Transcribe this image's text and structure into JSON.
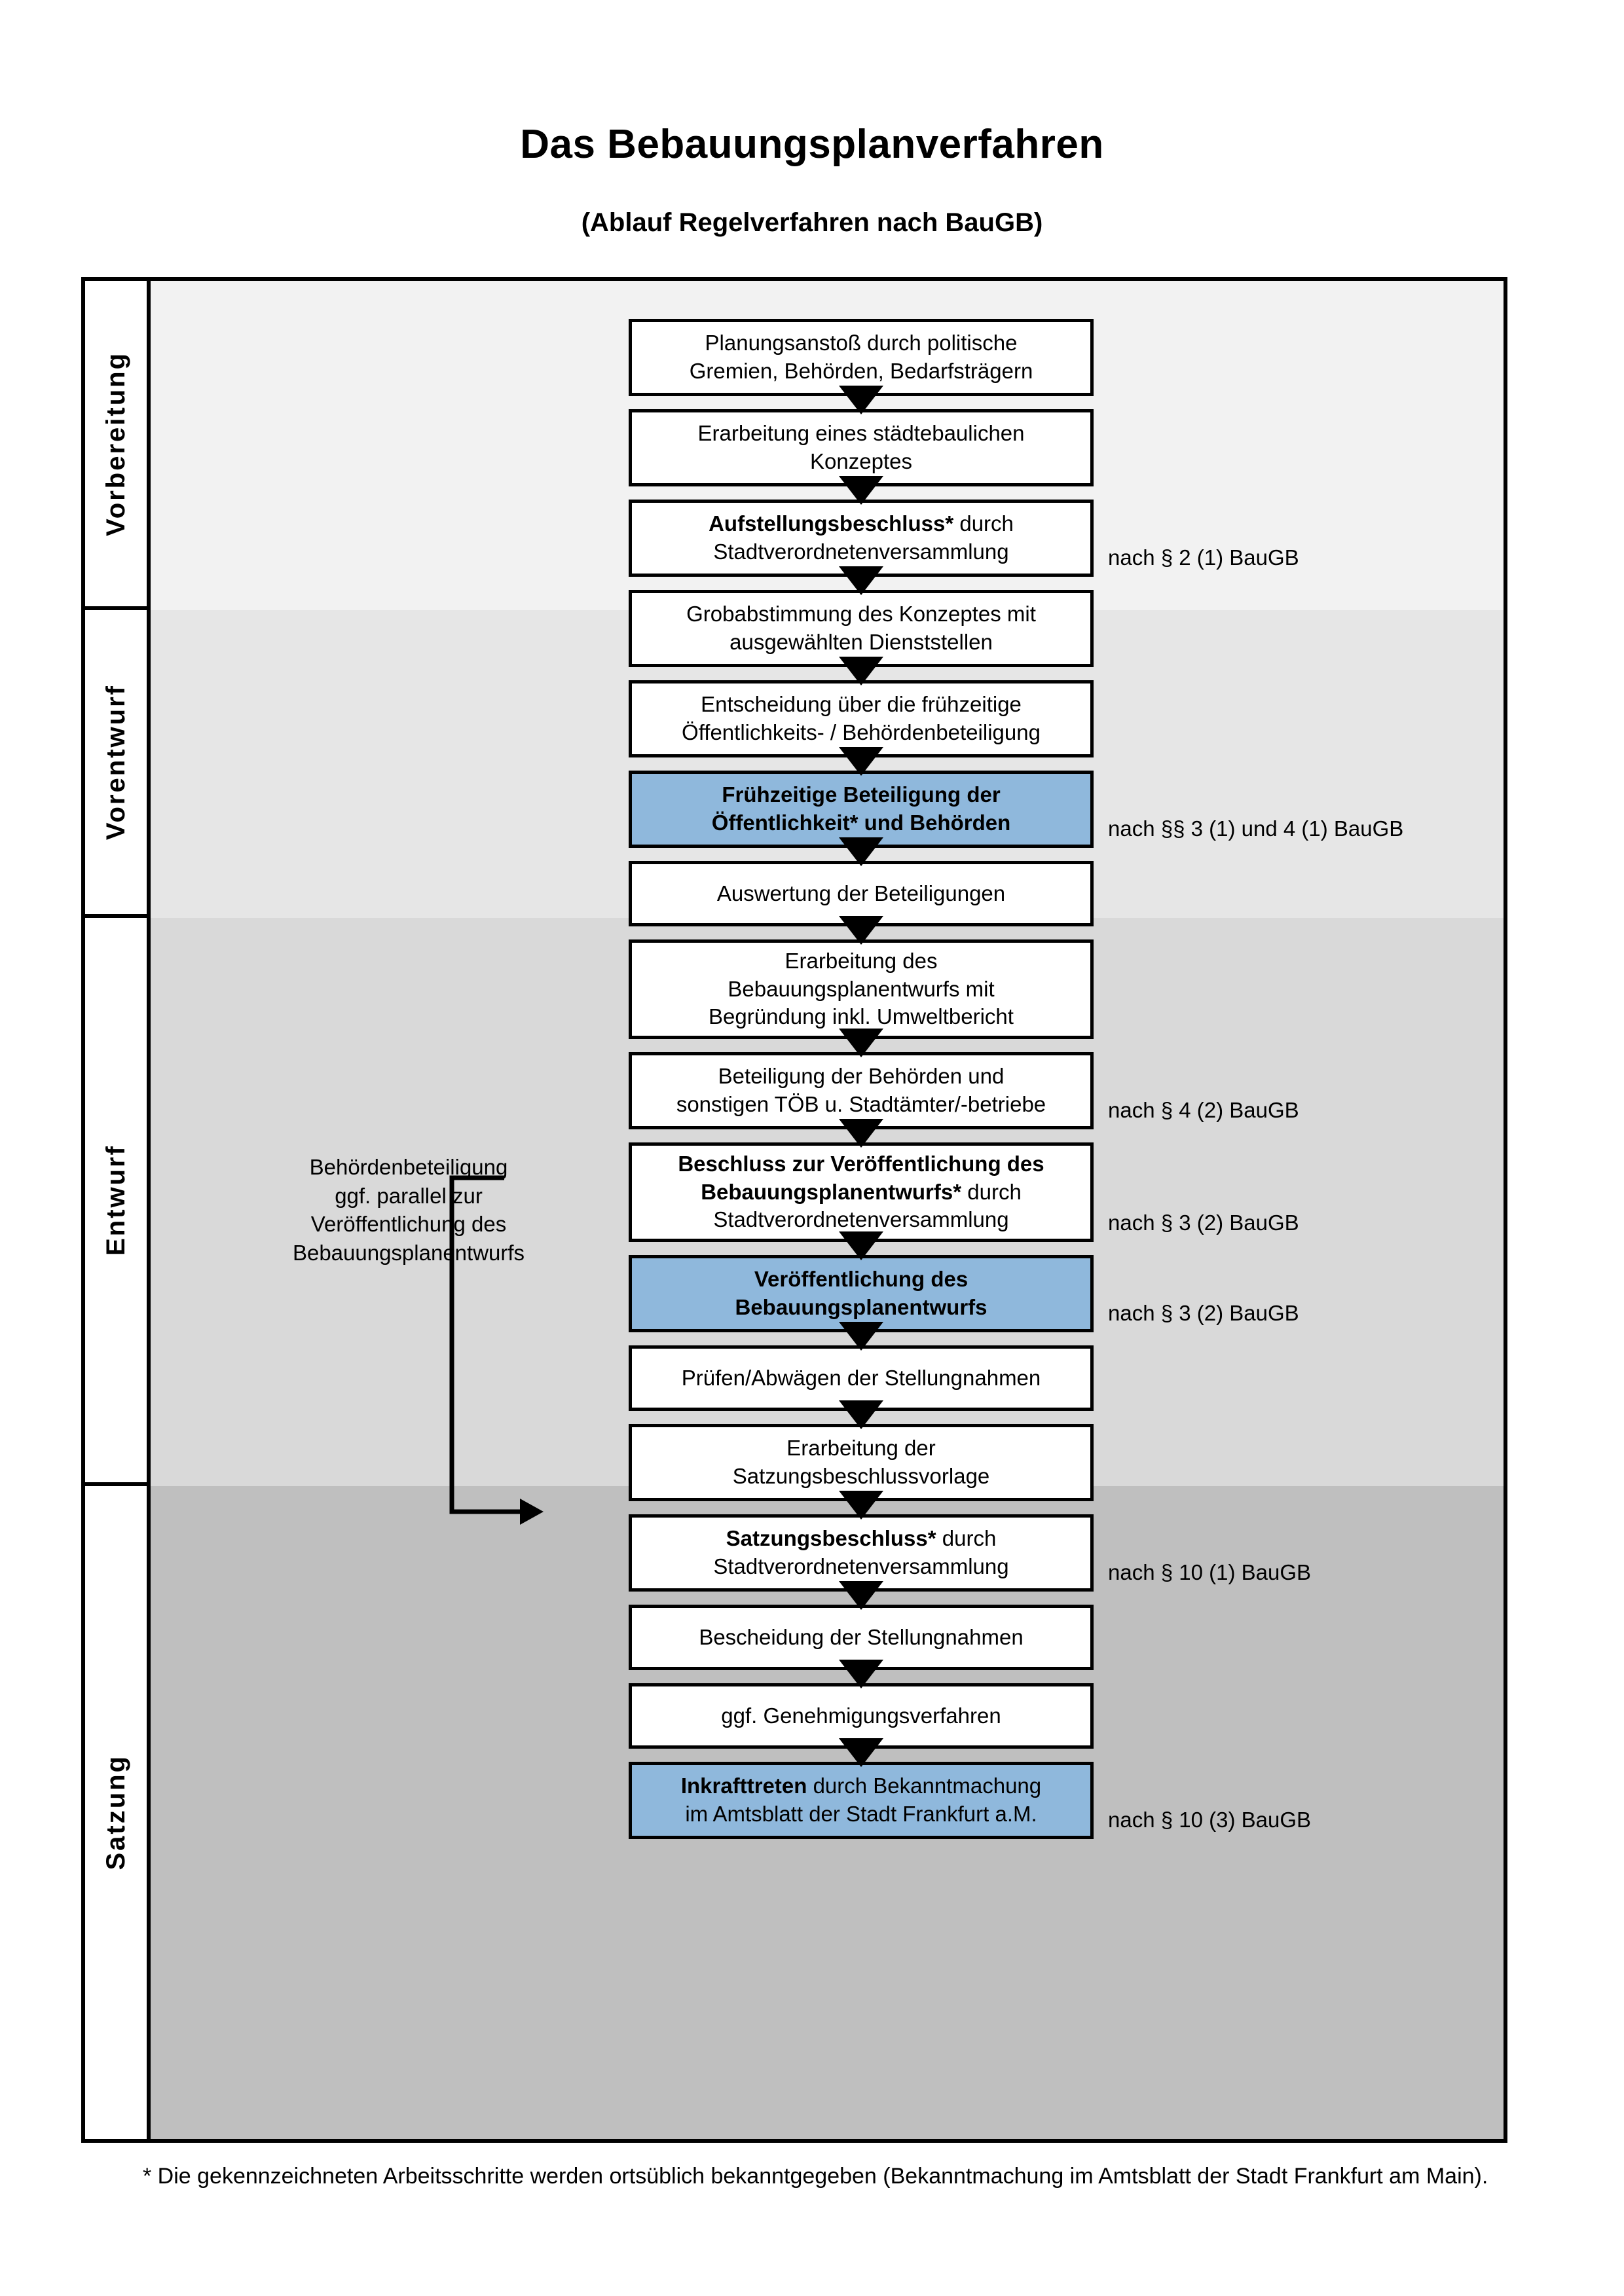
{
  "title": "Das Bebauungsplanverfahren",
  "subtitle": "(Ablauf Regelverfahren nach BauGB)",
  "colors": {
    "highlight_blue": "#8FB8DC",
    "band_vorbereitung": "#F2F2F2",
    "band_vorentwurf": "#E6E6E6",
    "band_entwurf": "#D9D9D9",
    "band_satzung": "#BFBFBF",
    "line": "#000000"
  },
  "phases": [
    {
      "id": "vorbereitung",
      "label": "Vorbereitung"
    },
    {
      "id": "vorentwurf",
      "label": "Vorentwurf"
    },
    {
      "id": "entwurf",
      "label": "Entwurf"
    },
    {
      "id": "satzung",
      "label": "Satzung"
    }
  ],
  "steps": [
    {
      "id": "planungsanstoss",
      "phase": "vorbereitung",
      "highlight": false,
      "lines": [
        {
          "text": "Planungsanstoß durch politische",
          "bold": false
        },
        {
          "text": "Gremien, Behörden, Bedarfsträgern",
          "bold": false
        }
      ]
    },
    {
      "id": "staedtebauliches-konzept",
      "phase": "vorbereitung",
      "highlight": false,
      "lines": [
        {
          "text": "Erarbeitung eines städtebaulichen",
          "bold": false
        },
        {
          "text": "Konzeptes",
          "bold": false
        }
      ]
    },
    {
      "id": "aufstellungsbeschluss",
      "phase": "vorbereitung",
      "highlight": false,
      "lines": [
        {
          "text": "Aufstellungsbeschluss* durch",
          "bold": true,
          "bold_prefix": "Aufstellungsbeschluss*",
          "rest": " durch"
        },
        {
          "text": "Stadtverordnetenversammlung",
          "bold": false
        }
      ]
    },
    {
      "id": "grobabstimmung",
      "phase": "vorentwurf",
      "highlight": false,
      "lines": [
        {
          "text": "Grobabstimmung des Konzeptes mit",
          "bold": false
        },
        {
          "text": "ausgewählten Dienststellen",
          "bold": false
        }
      ]
    },
    {
      "id": "entscheidung-fruehzeitig",
      "phase": "vorentwurf",
      "highlight": false,
      "lines": [
        {
          "text": "Entscheidung über die frühzeitige",
          "bold": false
        },
        {
          "text": "Öffentlichkeits- / Behördenbeteiligung",
          "bold": false
        }
      ]
    },
    {
      "id": "fruehzeitige-beteiligung",
      "phase": "vorentwurf",
      "highlight": true,
      "lines": [
        {
          "text": "Frühzeitige Beteiligung der",
          "bold": true
        },
        {
          "text": "Öffentlichkeit* und Behörden",
          "bold": true
        }
      ]
    },
    {
      "id": "auswertung-beteiligungen",
      "phase": "entwurf",
      "highlight": false,
      "lines": [
        {
          "text": "Auswertung der Beteiligungen",
          "bold": false
        }
      ]
    },
    {
      "id": "erarbeitung-entwurf",
      "phase": "entwurf",
      "highlight": false,
      "lines": [
        {
          "text": "Erarbeitung des",
          "bold": false
        },
        {
          "text": "Bebauungsplanentwurfs mit",
          "bold": false
        },
        {
          "text": "Begründung inkl. Umweltbericht",
          "bold": false
        }
      ]
    },
    {
      "id": "beteiligung-behoerden",
      "phase": "entwurf",
      "highlight": false,
      "lines": [
        {
          "text": "Beteiligung der Behörden und",
          "bold": false
        },
        {
          "text": "sonstigen TÖB u. Stadtämter/-betriebe",
          "bold": false
        }
      ]
    },
    {
      "id": "beschluss-veroeffentlichung",
      "phase": "entwurf",
      "highlight": false,
      "lines": [
        {
          "text": "Beschluss zur Veröffentlichung des",
          "bold": true
        },
        {
          "text": "Bebauungsplanentwurfs* durch",
          "bold": true,
          "bold_prefix": "Bebauungsplanentwurfs*",
          "rest": " durch"
        },
        {
          "text": "Stadtverordnetenversammlung",
          "bold": false
        }
      ]
    },
    {
      "id": "veroeffentlichung-entwurf",
      "phase": "entwurf",
      "highlight": true,
      "lines": [
        {
          "text": "Veröffentlichung des",
          "bold": true
        },
        {
          "text": "Bebauungsplanentwurfs",
          "bold": true
        }
      ]
    },
    {
      "id": "pruefen-abwaegen",
      "phase": "satzung",
      "highlight": false,
      "lines": [
        {
          "text": "Prüfen/Abwägen der Stellungnahmen",
          "bold": false
        }
      ]
    },
    {
      "id": "satzungsbeschlussvorlage",
      "phase": "satzung",
      "highlight": false,
      "lines": [
        {
          "text": "Erarbeitung der",
          "bold": false
        },
        {
          "text": "Satzungsbeschlussvorlage",
          "bold": false
        }
      ]
    },
    {
      "id": "satzungsbeschluss",
      "phase": "satzung",
      "highlight": false,
      "lines": [
        {
          "text": "Satzungsbeschluss* durch",
          "bold": true,
          "bold_prefix": "Satzungsbeschluss*",
          "rest": " durch"
        },
        {
          "text": "Stadtverordnetenversammlung",
          "bold": false
        }
      ]
    },
    {
      "id": "bescheidung",
      "phase": "satzung",
      "highlight": false,
      "lines": [
        {
          "text": "Bescheidung der Stellungnahmen",
          "bold": false
        }
      ]
    },
    {
      "id": "genehmigungsverfahren",
      "phase": "satzung",
      "highlight": false,
      "lines": [
        {
          "text": "ggf. Genehmigungsverfahren",
          "bold": false
        }
      ]
    },
    {
      "id": "inkrafttreten",
      "phase": "satzung",
      "highlight": true,
      "lines": [
        {
          "text": "Inkrafttreten durch Bekanntmachung",
          "bold": true,
          "bold_prefix": "Inkrafttreten",
          "rest": " durch Bekanntmachung"
        },
        {
          "text": "im Amtsblatt der Stadt Frankfurt a.M.",
          "bold": false
        }
      ]
    }
  ],
  "annotations": [
    {
      "id": "ann-para2",
      "for": "aufstellungsbeschluss",
      "text": "nach § 2 (1) BauGB"
    },
    {
      "id": "ann-para3-4",
      "for": "fruehzeitige-beteiligung",
      "text": "nach §§ 3 (1) und 4 (1) BauGB"
    },
    {
      "id": "ann-para4-2",
      "for": "beteiligung-behoerden",
      "text": "nach § 4 (2) BauGB"
    },
    {
      "id": "ann-para3-2a",
      "for": "beschluss-veroeffentlichung",
      "text": "nach § 3 (2) BauGB"
    },
    {
      "id": "ann-para3-2b",
      "for": "veroeffentlichung-entwurf",
      "text": "nach § 3 (2) BauGB"
    },
    {
      "id": "ann-para10-1",
      "for": "satzungsbeschluss",
      "text": "nach § 10 (1) BauGB"
    },
    {
      "id": "ann-para10-3",
      "for": "inkrafttreten",
      "text": "nach § 10 (3) BauGB"
    }
  ],
  "side_note": {
    "lines": [
      "Behördenbeteiligung",
      "ggf. parallel zur",
      "Veröffentlichung des",
      "Bebauungsplanentwurfs"
    ]
  },
  "footnote": "* Die gekennzeichneten Arbeitsschritte werden ortsüblich bekanntgegeben (Bekanntmachung im Amtsblatt  der Stadt Frankfurt am Main)."
}
